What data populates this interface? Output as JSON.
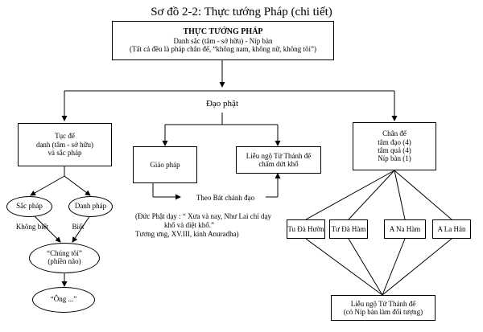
{
  "title": "Sơ đồ 2-2: Thực tướng Pháp (chi tiết)",
  "top_box": {
    "heading": "THỰC TƯỚNG PHÁP",
    "line2": "Danh sắc (tâm - sở hữu) - Níp bàn",
    "line3": "(Tất cả đều là pháp chân đế, “không nam, không nữ, không tôi”)"
  },
  "dao_phat": "Đạo phật",
  "left_box": {
    "line1": "Tục đế",
    "line2": "danh (tâm - sở hữu)",
    "line3": "và sắc pháp"
  },
  "sac_phap": "Sắc pháp",
  "danh_phap": "Danh pháp",
  "khong_biet": "Không biết",
  "biet": "Biết",
  "chung_toi": {
    "line1": "“Chúng tôi”",
    "line2": "(phiền não)"
  },
  "ong": "“Ông ...”",
  "giao_phap": "Giáo pháp",
  "lieu_ngo_mid": {
    "line1": "Liễu ngộ Tứ Thánh đế",
    "line2": "chấm dứt khổ"
  },
  "theo_bat": "Theo Bát chánh đạo",
  "quote": {
    "line1": "(Đức Phật dạy : “ Xưa và nay, Như Lai chỉ dạy",
    "line2": "khổ và diệt khổ.”",
    "line3": "Tương ưng, XV.III, kinh Anuradha)"
  },
  "chan_de": {
    "line1": "Chân đế",
    "line2": "tâm đạo (4)",
    "line3": "tâm quả (4)",
    "line4": "Níp bàn (1)"
  },
  "saints": [
    "Tu Đà Hườn",
    "Tư Đà Hàm",
    "A Na Hàm",
    "A La Hán"
  ],
  "lieu_ngo_bottom": {
    "line1": "Liễu ngộ Tứ Thánh đế",
    "line2": "(có Níp bàn làm đối tượng)"
  }
}
